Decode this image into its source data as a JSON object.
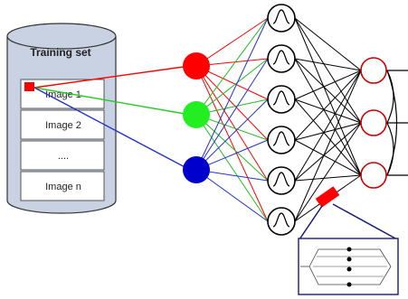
{
  "training_set": {
    "title": "Training set",
    "images": [
      "Image 1",
      "Image 2",
      "....",
      "Image n"
    ]
  },
  "layers": {
    "input": {
      "colors": [
        "#ff0000",
        "#22ee22",
        "#0000cc"
      ]
    },
    "hidden_count": 6,
    "output_count": 3
  },
  "colors": {
    "cylinder": "#c8d2e2",
    "cylinder_stroke": "#333333",
    "selection": "#ff0000",
    "connection": "#000000",
    "output_stroke": "#cc0000",
    "inset_frame": "#1a1a7a"
  }
}
